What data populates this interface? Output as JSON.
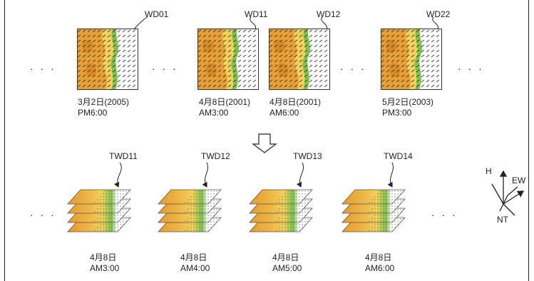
{
  "top_row": {
    "labels": [
      "WD01",
      "WD11",
      "WD12",
      "WD22"
    ],
    "dates": [
      {
        "line1": "3月2日(2005)",
        "line2": "PM6:00"
      },
      {
        "line1": "4月8日(2001)",
        "line2": "AM3:00"
      },
      {
        "line1": "4月8日(2001)",
        "line2": "AM6:00"
      },
      {
        "line1": "5月2日(2003)",
        "line2": "PM3:00"
      }
    ]
  },
  "bottom_row": {
    "labels": [
      "TWD11",
      "TWD12",
      "TWD13",
      "TWD14"
    ],
    "dates": [
      {
        "line1": "4月8日",
        "line2": "AM3:00"
      },
      {
        "line1": "4月8日",
        "line2": "AM4:00"
      },
      {
        "line1": "4月8日",
        "line2": "AM5:00"
      },
      {
        "line1": "4月8日",
        "line2": "AM6:00"
      }
    ]
  },
  "ellipsis": "· · ·",
  "axes": {
    "h": "H",
    "ew": "EW",
    "nt": "NT"
  },
  "colors": {
    "terrain_orange": "#e8a035",
    "terrain_yellow": "#f2d25a",
    "terrain_green": "#7fc24a",
    "line": "#222222"
  }
}
